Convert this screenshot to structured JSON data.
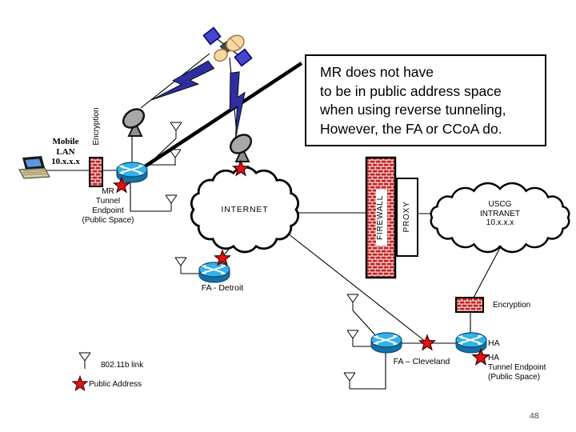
{
  "slide": {
    "page_number": "48",
    "note": {
      "lines": [
        "MR does not have",
        "to be in public address space",
        "when using reverse tunneling,",
        "However, the FA or CCoA do."
      ]
    },
    "labels": {
      "mobile_lan_1": "Mobile",
      "mobile_lan_2": "LAN",
      "mobile_lan_3": "10.x.x.x",
      "encryption_left": "Encryption",
      "mr_1": "MR",
      "mr_2": "Tunnel",
      "mr_3": "Endpoint",
      "mr_4": "(Public Space)",
      "internet": "INTERNET",
      "firewall": "FIREWALL",
      "proxy": "PROXY",
      "uscg_1": "USCG",
      "uscg_2": "INTRANET",
      "uscg_3": "10.x.x.x",
      "fa_detroit": "FA - Detroit",
      "encryption_right": "Encryption",
      "ha": "HA",
      "fa_cleveland": "FA – Cleveland",
      "ha_ep_1": "HA",
      "ha_ep_2": "Tunnel Endpoint",
      "ha_ep_3": "(Public Space)",
      "legend_wireless": "802.11b link",
      "legend_public": "Public Address"
    },
    "colors": {
      "background": "#ffffff",
      "star_red": "#e01212",
      "brick_red": "#c32222",
      "router_top": "#35b2e8",
      "router_side": "#1470a8",
      "bolt_navy": "#2e2e9e",
      "dish_gray": "#a8a8a8"
    }
  }
}
